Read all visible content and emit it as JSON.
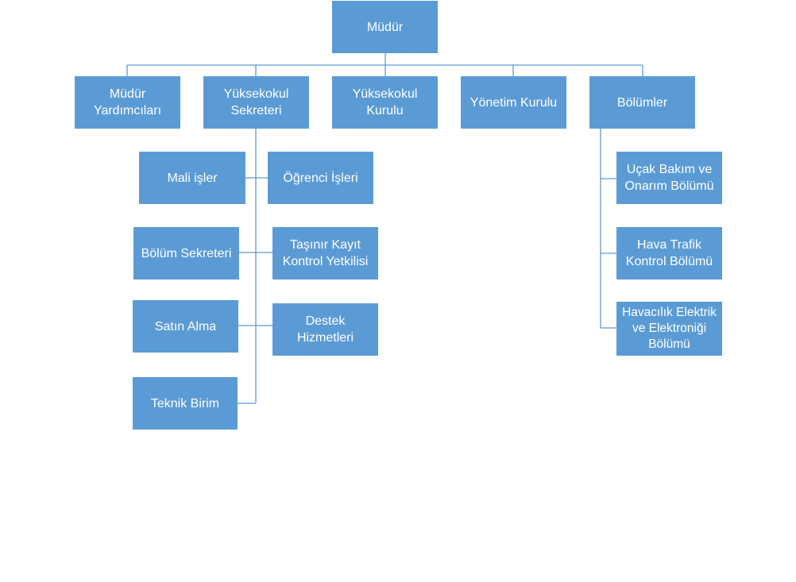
{
  "colors": {
    "box": "#5b9bd5",
    "text": "#ffffff",
    "line": "#5b9bd5",
    "background": "#ffffff"
  },
  "root": {
    "label": "Müdür"
  },
  "level1": [
    {
      "label": "Müdür\nYardımcıları"
    },
    {
      "label": "Yüksekokul\nSekreteri"
    },
    {
      "label": "Yüksekokul\nKurulu"
    },
    {
      "label": "Yönetim Kurulu"
    },
    {
      "label": "Bölümler"
    }
  ],
  "secretariat": {
    "left": [
      {
        "label": "Mali işler"
      },
      {
        "label": "Bölüm Sekreteri"
      },
      {
        "label": "Satın Alma"
      },
      {
        "label": "Teknik Birim"
      }
    ],
    "right": [
      {
        "label": "Öğrenci İşleri"
      },
      {
        "label": "Taşınır Kayıt\nKontrol Yetkilisi"
      },
      {
        "label": "Destek\nHizmetleri"
      }
    ]
  },
  "departments": [
    {
      "label": "Uçak  Bakım ve\nOnarım Bölümü"
    },
    {
      "label": "Hava Trafik\nKontrol Bölümü"
    },
    {
      "label": "Havacılık Elektrik\nve Elektroniği\nBölümü"
    }
  ]
}
